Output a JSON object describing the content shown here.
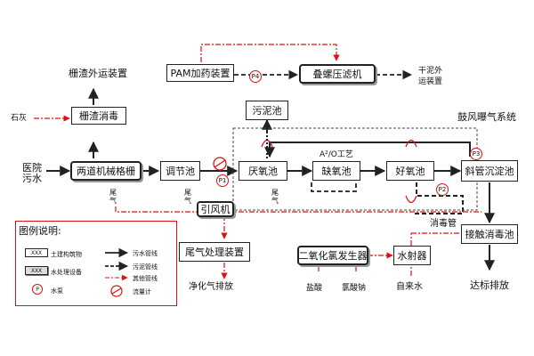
{
  "units": {
    "bar_screen_transport": "栅渣外运装置",
    "bar_screen_disinfect": "栅渣消毒",
    "lime": "石灰",
    "hospital_sewage": "医院\n污水",
    "dual_screen": "两道机械格栅",
    "equalization": "调节池",
    "anaerobic": "厌氧池",
    "anoxic": "缺氧池",
    "aerobic": "好氧池",
    "inclined_settler": "斜管沉淀池",
    "blower": "鼓风曝气系统",
    "pam_dosing": "PAM加药装置",
    "screw_press": "叠螺压滤机",
    "dry_sludge": "干泥外\n运装置",
    "sludge_tank": "污泥池",
    "process_label": "A²/O工艺",
    "induced_fan": "引风机",
    "odor_treatment": "尾气处理装置",
    "clean_air": "净化气排放",
    "clo2_generator": "二氧化氯发生器",
    "ejector": "水射器",
    "disinfect_pipe": "消毒管",
    "contact_tank": "接触消毒池",
    "discharge": "达标排放",
    "hcl": "盐酸",
    "chlorate": "氯酸钠",
    "tap_water": "自来水",
    "offgas": "尾\n气"
  },
  "pumps": [
    "P1",
    "P2",
    "P3",
    "P4"
  ],
  "pump_letter": "P",
  "legend": {
    "title": "图例说明:",
    "swatch_text": "XXX",
    "civil": "土建构筑物",
    "equipment": "水处理设备",
    "pump_name": "水泵",
    "flowmeter": "流量计",
    "sewage_pipe": "污水管线",
    "sludge_pipe": "污泥管线",
    "other_pipe": "其他管线"
  },
  "colors": {
    "line": "#222222",
    "other_pipe": "#dd1111",
    "frame": "#444444"
  }
}
